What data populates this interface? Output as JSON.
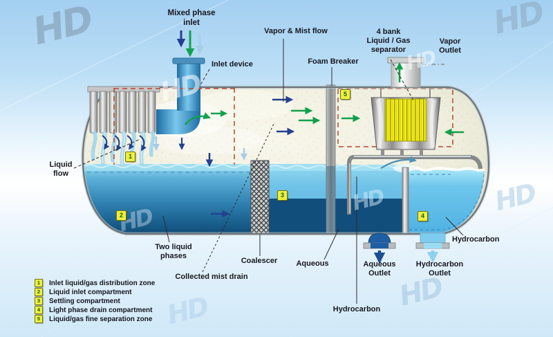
{
  "watermark": "HD",
  "labels": {
    "mixed_phase_inlet": "Mixed phase\ninlet",
    "inlet_device": "Inlet device",
    "vapor_mist_flow": "Vapor & Mist flow",
    "foam_breaker": "Foam Breaker",
    "four_bank_separator": "4 bank\nLiquid / Gas\nseparator",
    "vapor_outlet": "Vapor\nOutlet",
    "liquid_flow": "Liquid\nflow",
    "two_liquid_phases": "Two liquid\nphases",
    "coalescer": "Coalescer",
    "aqueous": "Aqueous",
    "collected_mist_drain": "Collected mist drain",
    "aqueous_outlet": "Aqueous\nOutlet",
    "hydrocarbon_outlet": "Hydrocarbon\nOutlet",
    "hydrocarbon_right": "Hydrocarbon",
    "hydrocarbon_bottom": "Hydrocarbon"
  },
  "zone_badges": {
    "z1": "1",
    "z2": "2",
    "z3": "3",
    "z4": "4",
    "z5": "5"
  },
  "legend": {
    "items": [
      {
        "num": "1",
        "text": "Inlet liquid/gas distribution zone"
      },
      {
        "num": "2",
        "text": "Liquid inlet compartment"
      },
      {
        "num": "3",
        "text": "Settling compartment"
      },
      {
        "num": "4",
        "text": "Light phase drain compartment"
      },
      {
        "num": "5",
        "text": "Liquid/gas fine separation zone"
      }
    ]
  },
  "colors": {
    "green_arrow": "#12a14b",
    "navy_arrow": "#24408f",
    "pale_arrow": "#a9cde6",
    "red_zone_dash": "#b5472f",
    "badge_yellow": "#edf03d",
    "aqueous_dark": "#114e7c",
    "hydrocarbon_light": "#7ecdf0",
    "vessel_cream": "#efeedd",
    "separator_core_yellow": "#f4ef1a"
  }
}
